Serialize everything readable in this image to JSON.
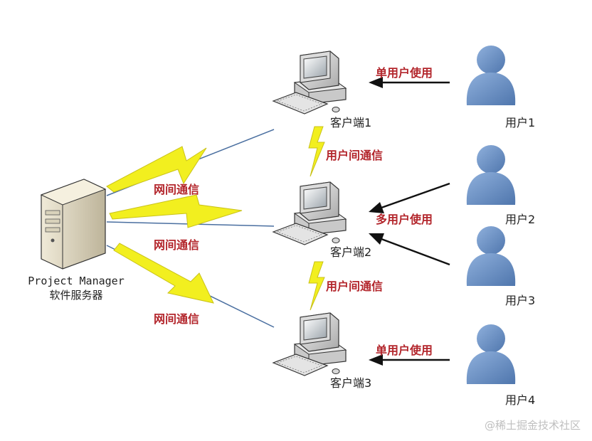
{
  "diagram": {
    "server": {
      "line1": "Project Manager",
      "line2": "软件服务器"
    },
    "network_links": [
      {
        "label": "网间通信"
      },
      {
        "label": "网间通信"
      },
      {
        "label": "网间通信"
      }
    ],
    "inter_client_links": [
      {
        "label": "用户间通信"
      },
      {
        "label": "用户间通信"
      }
    ],
    "clients": [
      {
        "label": "客户端1"
      },
      {
        "label": "客户端2"
      },
      {
        "label": "客户端3"
      }
    ],
    "usage_labels": [
      {
        "label": "单用户使用"
      },
      {
        "label": "多用户使用"
      },
      {
        "label": "单用户使用"
      }
    ],
    "users": [
      {
        "label": "用户1"
      },
      {
        "label": "用户2"
      },
      {
        "label": "用户3"
      },
      {
        "label": "用户4"
      }
    ],
    "colors": {
      "label_red": "#b3262c",
      "lightning": "#f2ef1f",
      "user_blue": "#6d93c7",
      "link_line": "#4a6fa0"
    }
  },
  "watermark": "@稀土掘金技术社区"
}
